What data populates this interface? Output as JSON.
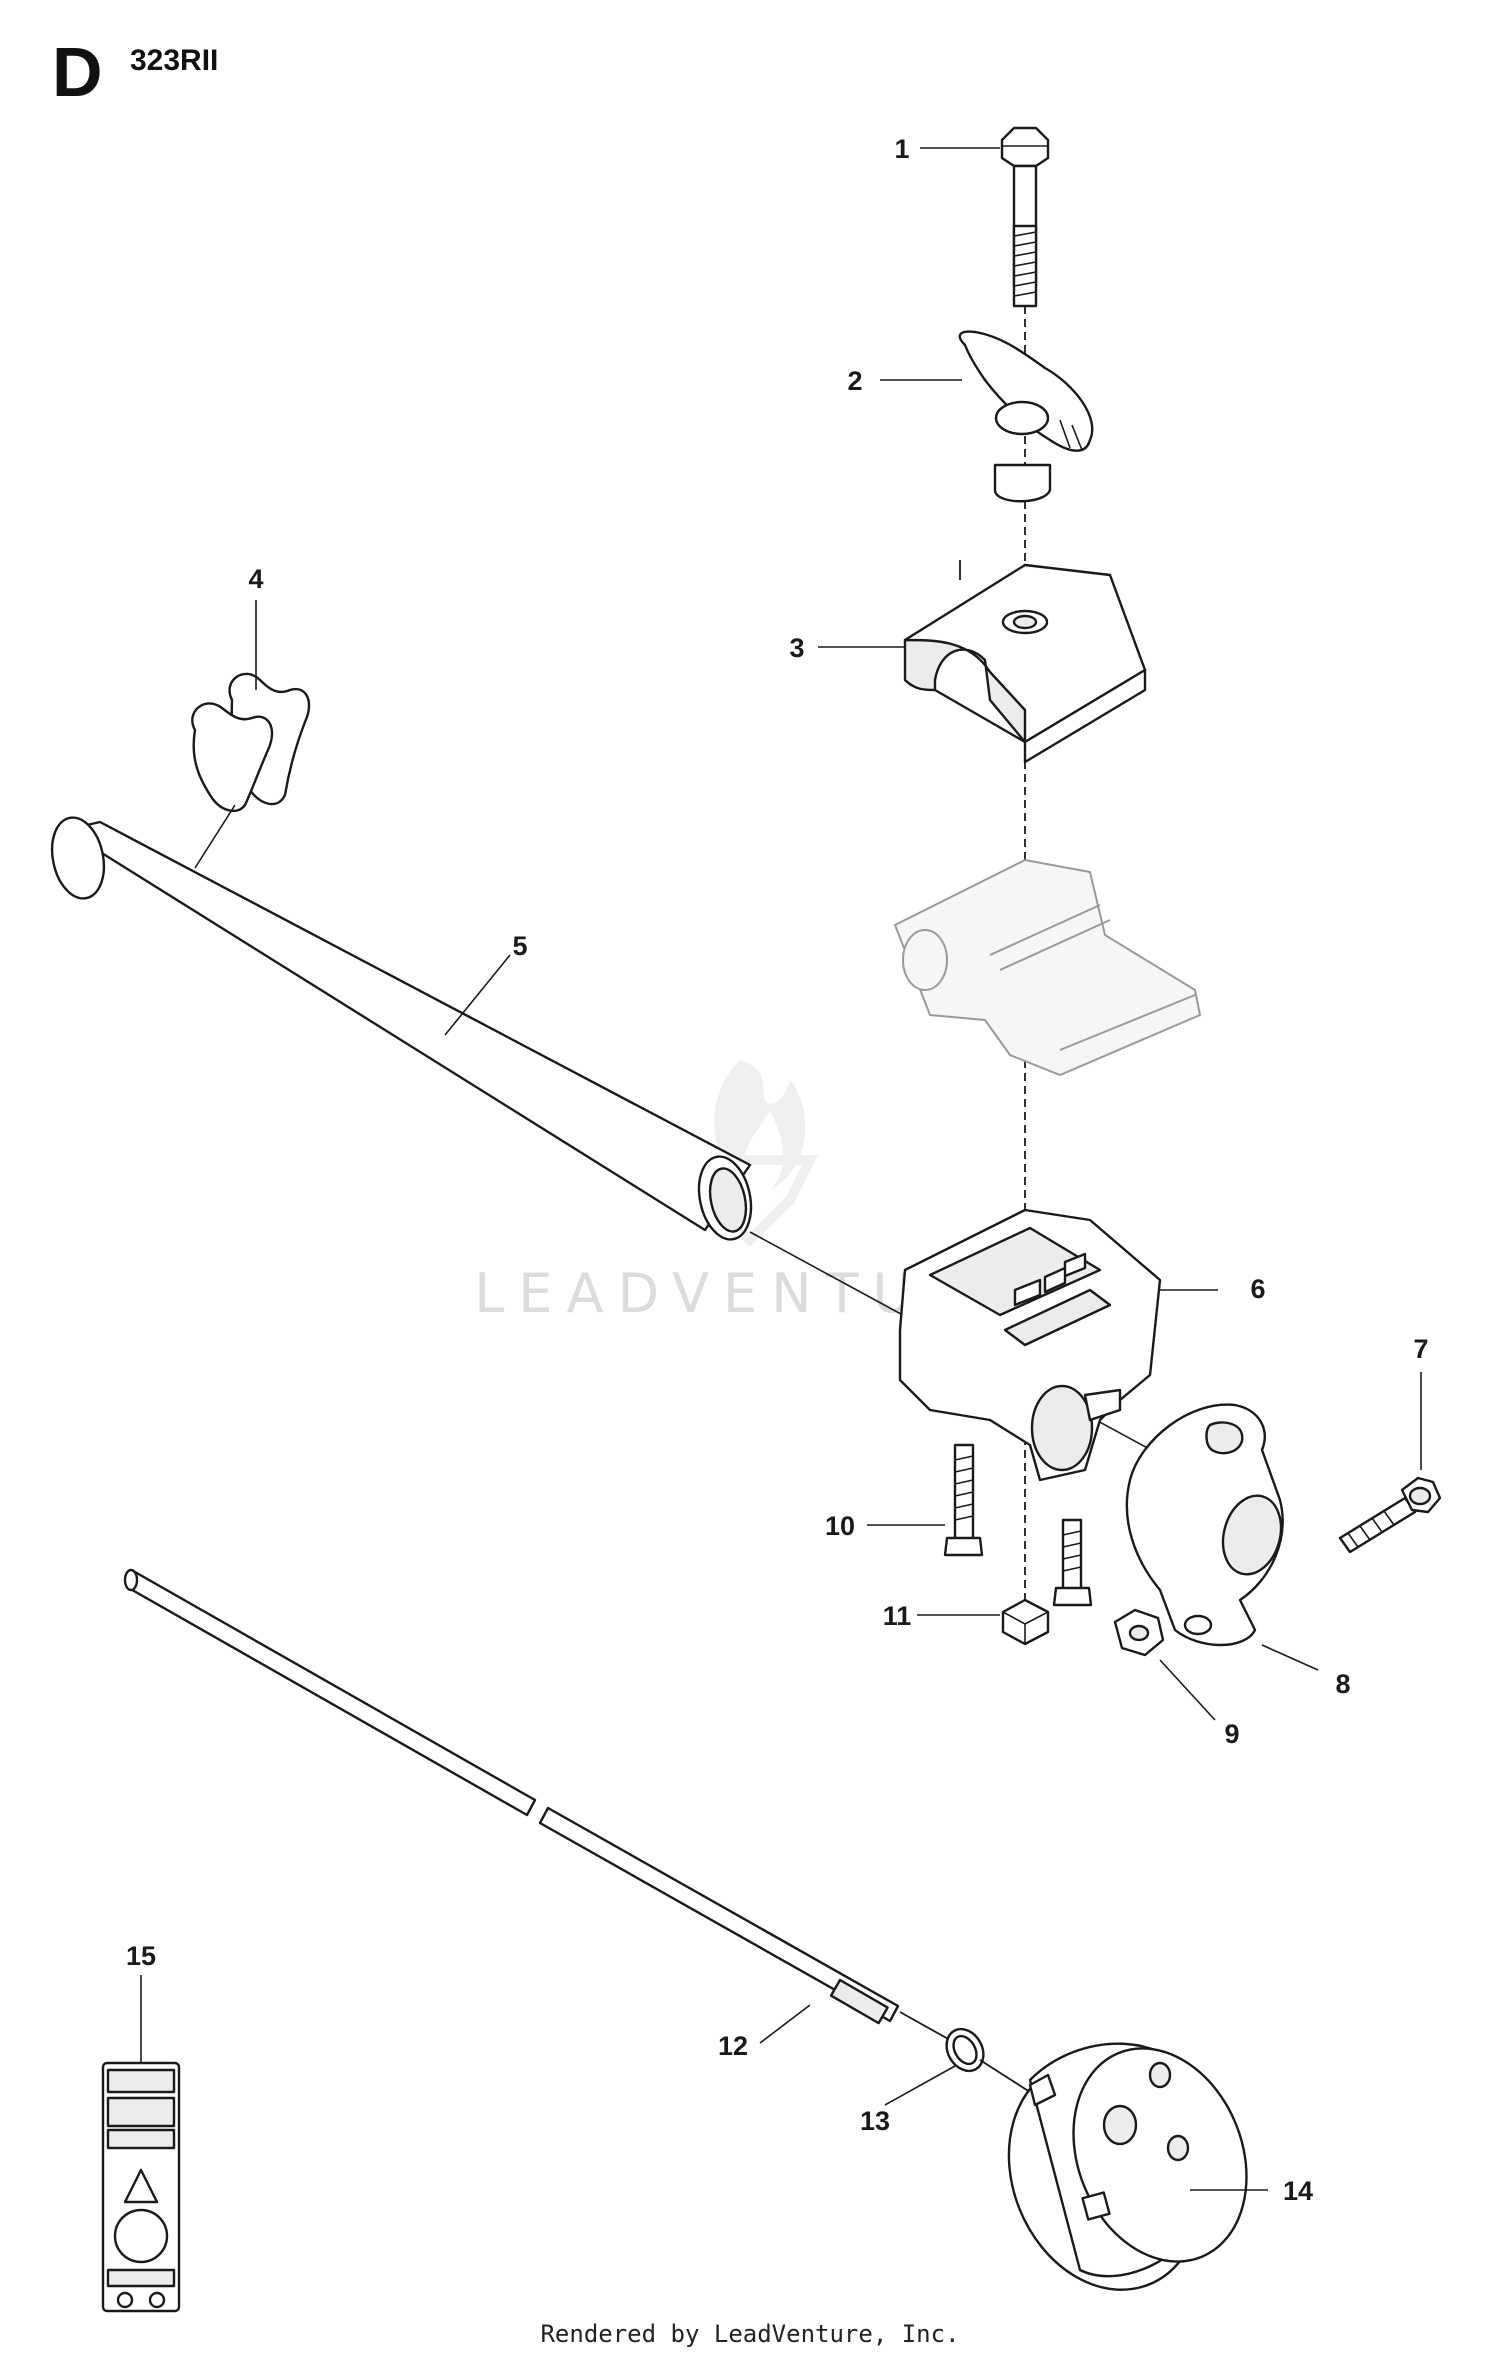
{
  "header": {
    "section_letter": "D",
    "model": "323RII"
  },
  "watermark": {
    "text": "LEADVENTURE"
  },
  "footer": {
    "text": "Rendered by LeadVenture, Inc."
  },
  "callouts": [
    {
      "number": "1"
    },
    {
      "number": "2"
    },
    {
      "number": "3"
    },
    {
      "number": "4"
    },
    {
      "number": "5"
    },
    {
      "number": "6"
    },
    {
      "number": "7"
    },
    {
      "number": "8"
    },
    {
      "number": "9"
    },
    {
      "number": "10"
    },
    {
      "number": "11"
    },
    {
      "number": "12"
    },
    {
      "number": "13"
    },
    {
      "number": "14"
    },
    {
      "number": "15"
    }
  ]
}
